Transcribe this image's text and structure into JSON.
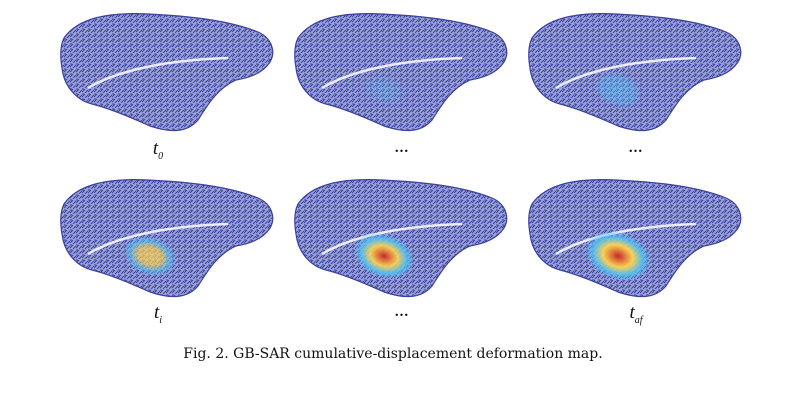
{
  "panels": [
    {
      "label_main": "t",
      "label_sub": "0",
      "intensity": 0.0
    },
    {
      "dots": "...",
      "intensity": 0.12
    },
    {
      "dots": "...",
      "intensity": 0.3
    },
    {
      "label_main": "t",
      "label_sub": "i",
      "intensity": 0.55
    },
    {
      "dots": "...",
      "intensity": 0.8
    },
    {
      "label_main": "t",
      "label_sub": "af",
      "intensity": 1.0
    }
  ],
  "caption": "Fig. 2. GB-SAR cumulative-displacement deformation map.",
  "colors": {
    "terrain": "#3b3f9e",
    "terrain_light": "#9aa3d8",
    "low": "#4fc3f7",
    "mid": "#ffd54f",
    "high": "#c62828"
  }
}
